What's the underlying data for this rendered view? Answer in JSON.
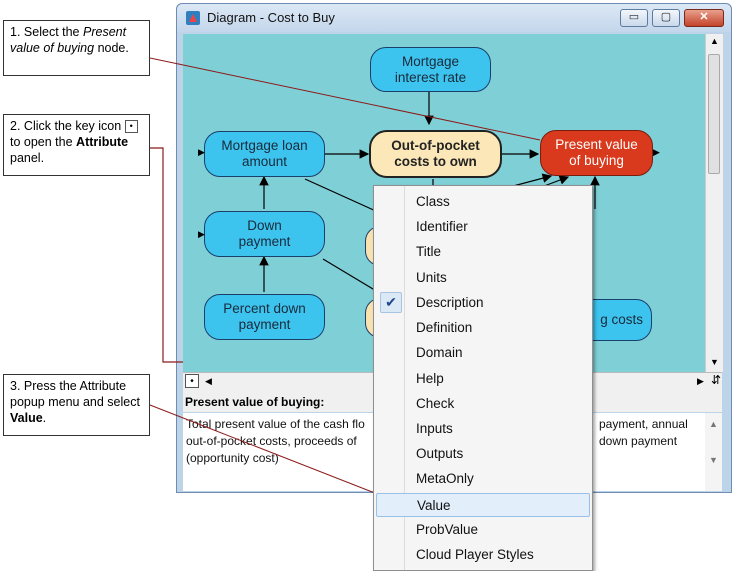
{
  "callouts": {
    "c1": {
      "num": "1.",
      "pre": "Select the",
      "em": "Present value of buying",
      "post": "node."
    },
    "c2": {
      "num": "2.",
      "pre": "Click the key icon",
      "mid": "to open the",
      "strong": "Attribute",
      "post": "panel."
    },
    "c3": {
      "num": "3.",
      "pre": "Press the Attribute popup menu and select",
      "strong": "Value",
      "post": "."
    }
  },
  "window": {
    "title": "Diagram - Cost to Buy",
    "min": "▭",
    "max": "▢",
    "close": "✕"
  },
  "nodes": {
    "mortgage_interest_rate": "Mortgage interest rate",
    "mortgage_loan_amount": "Mortgage loan amount",
    "out_of_pocket": "Out-of-pocket costs to own",
    "present_value": "Present value of buying",
    "down_payment": "Down payment",
    "percent_down": "Percent down payment",
    "partial_costs": "g costs"
  },
  "attribute_panel": {
    "header": "Present value of buying:",
    "line1_left": "Total present value of the cash flo",
    "line1_right": "payment, annual",
    "line2_left": "out-of-pocket costs, proceeds of",
    "line2_right": "down payment",
    "line3": "(opportunity cost)"
  },
  "menu": {
    "items": [
      "Class",
      "Identifier",
      "Title",
      "Units",
      "Description",
      "Definition",
      "Domain",
      "Help",
      "Check",
      "Inputs",
      "Outputs",
      "MetaOnly",
      "Value",
      "ProbValue",
      "Cloud Player Styles"
    ],
    "checked": "Description",
    "highlighted": "Value"
  },
  "icons": [
    "diagram-window-icon",
    "key-icon",
    "checkmark-icon",
    "scroll-up-icon",
    "scroll-down-icon",
    "scroll-left-icon",
    "scroll-right-icon",
    "split-handle-icon"
  ]
}
